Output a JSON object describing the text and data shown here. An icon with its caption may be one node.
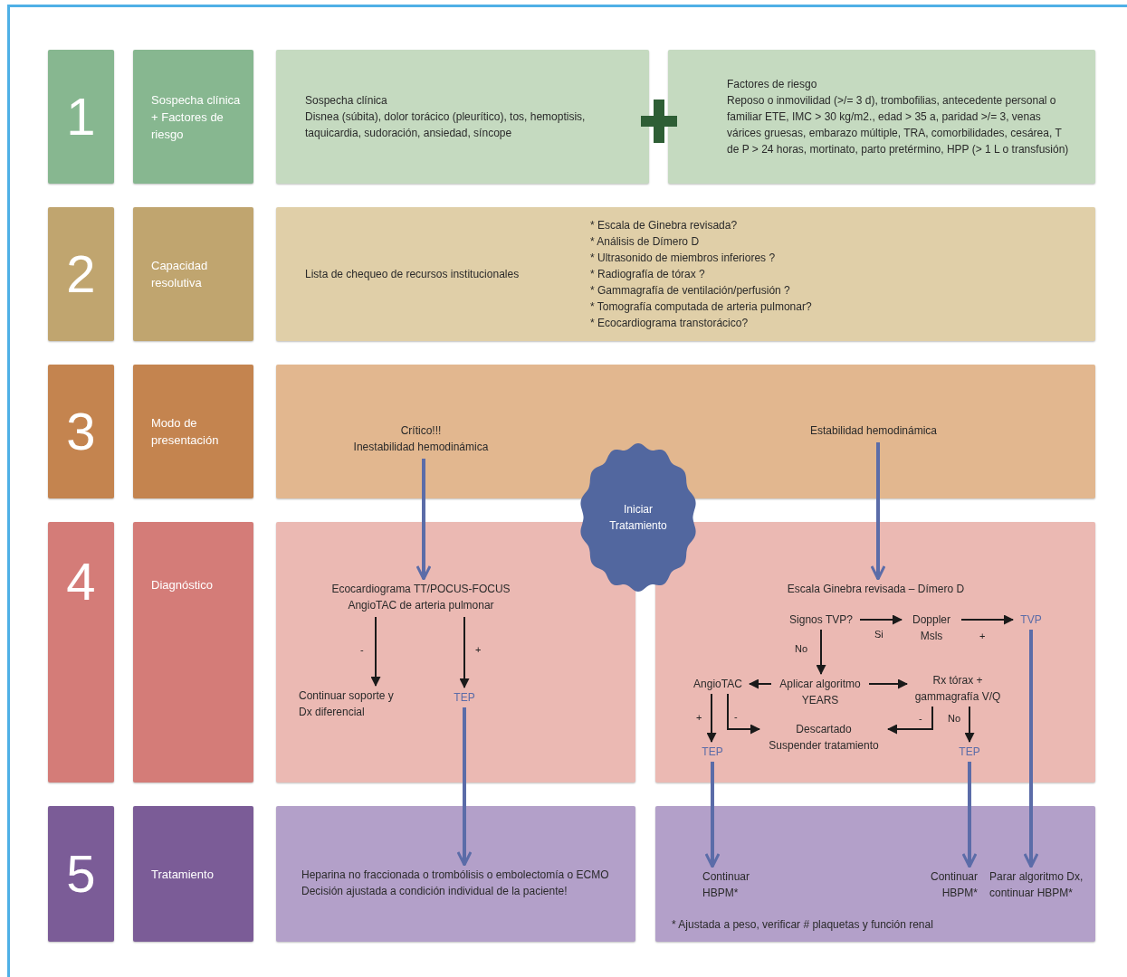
{
  "diagram": {
    "nodes": [
      {
        "text": [
          "1"
        ]
      },
      {
        "text": [
          "Sospecha clínica + Factores de riesgo"
        ]
      },
      {
        "text": [
          "Sospecha clínica",
          "Disnea (súbita), dolor torácico (pleurítico), tos, hemoptisis, taquicardia, sudoración, ansiedad, síncope"
        ]
      },
      {
        "text": [
          "Factores de riesgo",
          "Reposo o inmovilidad (>/= 3 d), trombofilias, antecedente personal o familiar ETE, IMC > 30 kg/m2., edad > 35 a, paridad >/= 3, venas várices gruesas, embarazo múltiple, TRA, comorbilidades, cesárea, T de P > 24 horas, mortinato, parto pretérmino, HPP (> 1 L o transfusión)"
        ]
      },
      {
        "text": [
          "2"
        ]
      },
      {
        "text": [
          "Capacidad resolutiva"
        ]
      },
      {
        "text": [
          "Lista de chequeo de recursos institucionales",
          "* Escala de Ginebra revisada?",
          "* Análisis de Dímero D",
          "* Ultrasonido de miembros inferiores ?",
          "* Radiografía de tórax ?",
          "* Gammagrafía de ventilación/perfusión ?",
          "* Tomografía computada de arteria pulmonar?",
          "* Ecocardiograma transtorácico?"
        ]
      },
      {
        "text": [
          "3"
        ]
      },
      {
        "text": [
          "Modo de presentación"
        ]
      },
      {
        "text": [],
        "shape": "box"
      },
      {
        "text": [
          "Crítico!!!",
          "Inestabilidad hemodinámica"
        ],
        "in": 9
      },
      {
        "text": [
          "Estabilidad hemodinámica"
        ],
        "in": 9
      },
      {
        "text": [
          "Iniciar Tratamiento"
        ]
      },
      {
        "text": [
          "4"
        ]
      },
      {
        "text": [
          "Diagnóstico"
        ]
      },
      {
        "text": [],
        "shape": "box"
      },
      {
        "text": [
          "Ecocardiograma TT/POCUS-FOCUS",
          "AngioTAC de arteria pulmonar"
        ],
        "in": 15
      },
      {
        "text": [
          "Continuar soporte y Dx diferencial"
        ],
        "in": 15
      },
      {
        "text": [
          "TEP"
        ],
        "in": 15
      },
      {
        "text": [],
        "shape": "box"
      },
      {
        "text": [
          "Escala Ginebra revisada – Dímero D"
        ],
        "in": 19
      },
      {
        "text": [
          "Signos TVP?"
        ],
        "in": 19
      },
      {
        "text": [
          "Doppler Msls"
        ],
        "in": 19
      },
      {
        "text": [
          "TVP"
        ],
        "in": 19
      },
      {
        "text": [
          "AngioTAC"
        ],
        "in": 19
      },
      {
        "text": [
          "Aplicar algoritmo YEARS"
        ],
        "in": 19
      },
      {
        "text": [
          "Rx tórax + gammagrafía V/Q"
        ],
        "in": 19
      },
      {
        "text": [
          "Descartado",
          "Suspender tratamiento"
        ],
        "in": 19
      },
      {
        "text": [
          "TEP"
        ],
        "in": 19
      },
      {
        "text": [
          "TEP"
        ],
        "in": 19
      },
      {
        "text": [
          "5"
        ]
      },
      {
        "text": [
          "Tratamiento"
        ]
      },
      {
        "text": [],
        "shape": "box"
      },
      {
        "text": [
          "Heparina no fraccionada o trombólisis o embolectomía o ECMO",
          "Decisión ajustada a condición individual de la paciente!"
        ],
        "in": 32
      },
      {
        "text": [],
        "shape": "box"
      },
      {
        "text": [
          "Continuar HBPM*"
        ],
        "in": 34
      },
      {
        "text": [
          "Continuar HBPM*"
        ],
        "in": 34
      },
      {
        "text": [
          "Parar algoritmo Dx, continuar HBPM*"
        ],
        "in": 34
      }
    ],
    "edges": [
      {
        "from": 10,
        "to": 16,
        "arrow": "to",
        "style": "thick",
        "color": "#5b6ca8"
      },
      {
        "from": 11,
        "to": 20,
        "arrow": "to",
        "style": "thick",
        "color": "#5b6ca8"
      },
      {
        "from": 16,
        "to": 17,
        "arrow": "to",
        "label": "-"
      },
      {
        "from": 16,
        "to": 18,
        "arrow": "to",
        "label": "+"
      },
      {
        "from": 18,
        "to": 33,
        "arrow": "to",
        "style": "thick",
        "color": "#5b6ca8"
      },
      {
        "from": 21,
        "to": 22,
        "arrow": "to",
        "label": "Si"
      },
      {
        "from": 22,
        "to": 23,
        "arrow": "to",
        "label": "+"
      },
      {
        "from": 21,
        "to": 25,
        "arrow": "to",
        "label": "No"
      },
      {
        "from": 25,
        "to": 24,
        "arrow": "to"
      },
      {
        "from": 25,
        "to": 26,
        "arrow": "to"
      },
      {
        "from": 24,
        "to": 28,
        "arrow": "to",
        "label": "+"
      },
      {
        "from": 24,
        "to": 27,
        "arrow": "to",
        "label": "-"
      },
      {
        "from": 26,
        "to": 27,
        "arrow": "to",
        "label": "-"
      },
      {
        "from": 26,
        "to": 29,
        "arrow": "to",
        "label": "No"
      },
      {
        "from": 28,
        "to": 35,
        "arrow": "to",
        "style": "thick",
        "color": "#5b6ca8"
      },
      {
        "from": 29,
        "to": 36,
        "arrow": "to",
        "style": "thick",
        "color": "#5b6ca8"
      },
      {
        "from": 23,
        "to": 37,
        "arrow": "to",
        "style": "thick",
        "color": "#5b6ca8"
      }
    ],
    "labels": [
      "* Ajustada a peso, verificar # plaquetas y función renal"
    ]
  }
}
